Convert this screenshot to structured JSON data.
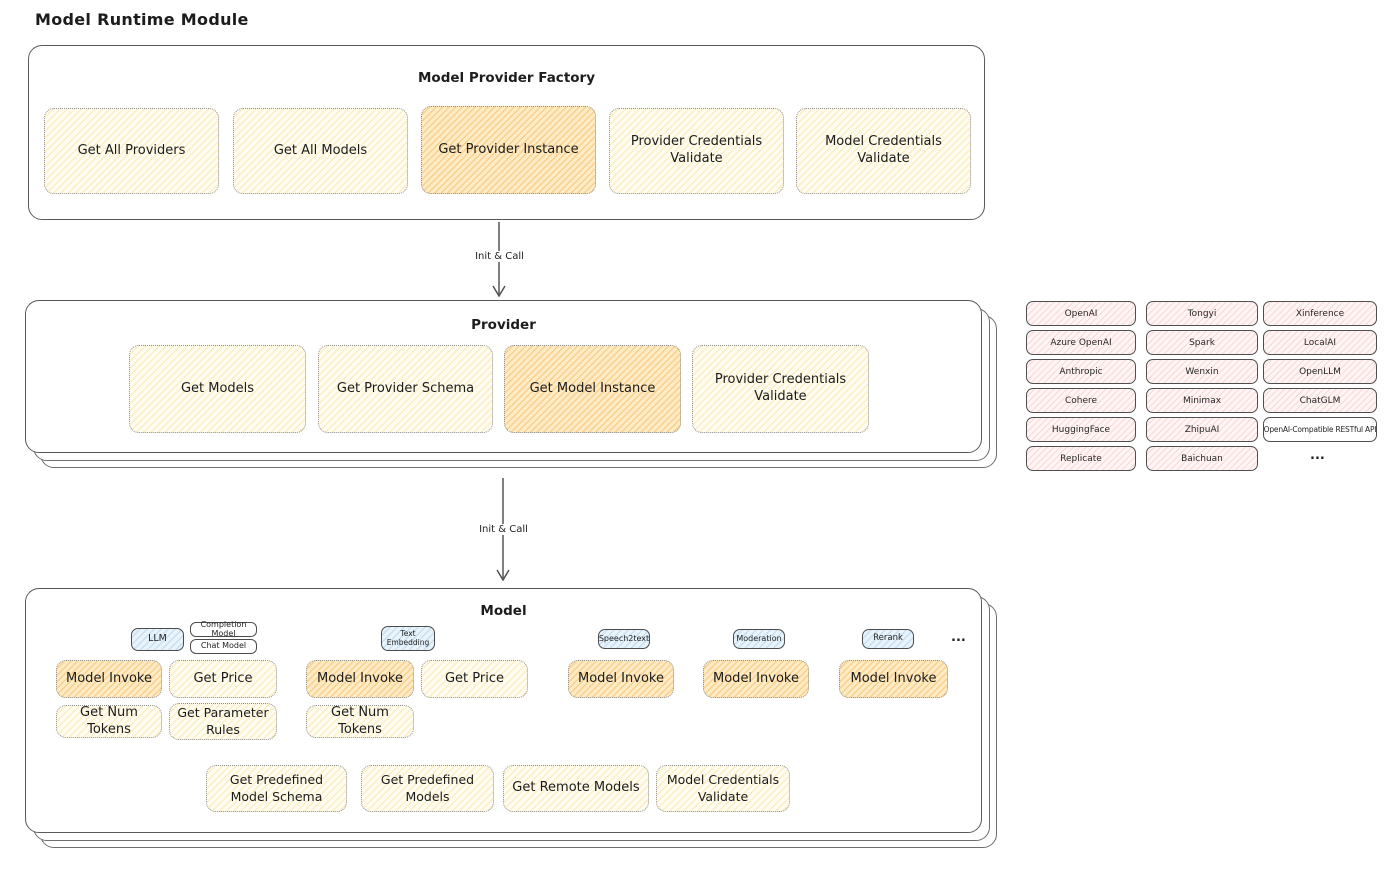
{
  "title": "Model Runtime Module",
  "colors": {
    "yellow_fill": "#fffdf2",
    "orange_highlight": "#ffedd2",
    "blue_pill": "#e8f3fb",
    "pink_provider": "#fff5f5",
    "stroke": "#5a5a5a"
  },
  "factory": {
    "label": "Model Provider Factory",
    "buttons": [
      {
        "label": "Get All Providers"
      },
      {
        "label": "Get All Models"
      },
      {
        "label": "Get Provider Instance"
      },
      {
        "label": "Provider Credentials Validate"
      },
      {
        "label": "Model Credentials Validate"
      }
    ]
  },
  "arrows": {
    "init_call_1": "Init & Call",
    "init_call_2": "Init & Call"
  },
  "provider": {
    "label": "Provider",
    "buttons": [
      {
        "label": "Get Models"
      },
      {
        "label": "Get Provider Schema"
      },
      {
        "label": "Get Model Instance"
      },
      {
        "label": "Provider Credentials Validate"
      }
    ]
  },
  "providers_list": {
    "columns": [
      [
        "OpenAI",
        "Azure OpenAI",
        "Anthropic",
        "Cohere",
        "HuggingFace",
        "Replicate"
      ],
      [
        "Tongyi",
        "Spark",
        "Wenxin",
        "Minimax",
        "ZhipuAI",
        "Baichuan"
      ],
      [
        "Xinference",
        "LocalAI",
        "OpenLLM",
        "ChatGLM",
        "OpenAI-Compatible RESTful API"
      ]
    ],
    "more": "..."
  },
  "model": {
    "label": "Model",
    "types": {
      "llm": "LLM",
      "completion": "Completion Model",
      "chat": "Chat Model",
      "text_embedding": "Text Embedding",
      "speech2text": "Speech2text",
      "moderation": "Moderation",
      "rerank": "Rerank",
      "more": "..."
    },
    "llm_buttons": {
      "invoke": "Model Invoke",
      "price": "Get Price",
      "tokens": "Get Num Tokens",
      "params": "Get Parameter Rules"
    },
    "te_buttons": {
      "invoke": "Model Invoke",
      "price": "Get Price",
      "tokens": "Get Num Tokens"
    },
    "s2t_buttons": {
      "invoke": "Model Invoke"
    },
    "mod_buttons": {
      "invoke": "Model Invoke"
    },
    "rerank_buttons": {
      "invoke": "Model Invoke"
    },
    "common_buttons": [
      {
        "label": "Get Predefined Model Schema"
      },
      {
        "label": "Get Predefined Models"
      },
      {
        "label": "Get Remote Models"
      },
      {
        "label": "Model Credentials Validate"
      }
    ]
  }
}
